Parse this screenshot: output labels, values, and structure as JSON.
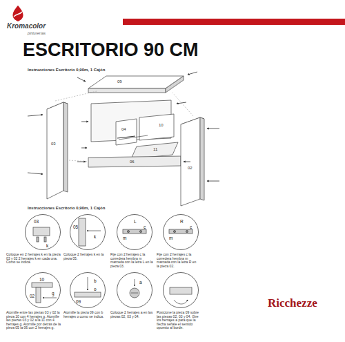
{
  "diagram": {
    "title": "ESCRITORIO 90 CM",
    "nodes": [
      {
        "text": [
          "Coloque en 2 herrajes k en la pieza 03 y 02 2 herrajes k en cada una. Como se indica.",
          "03",
          "k"
        ]
      },
      {
        "text": [
          "Coloque 2 herrajes k en la pieza 05.",
          "05",
          "k"
        ]
      },
      {
        "text": [
          "Fije con 2 herrajes c la corredera hembra m marcada con la letra L en la pieza 03.",
          "L",
          "m",
          "c"
        ]
      },
      {
        "text": [
          "Fije con 2 herrajes c la corredera hembra m marcada con la letra R en la pieza 02.",
          "R",
          "m",
          "c"
        ]
      },
      {
        "text": [
          "Atornille entre las piezas 03 y 02 la pieza 10 con 4 herrajes g. Atornille las piezas 03 y 02 a la 11 con 4 herrajes g. Atornille por detrás de la pieza 05 la 06 con 2 herrajes g.",
          "10",
          "02",
          "g"
        ]
      },
      {
        "text": [
          "Atornille la pieza 09 con b herrajes o como se indica.",
          "b",
          "09",
          "o"
        ]
      },
      {
        "text": [
          "Coloque 2 herrajes a en las piezas 02, 03 y 04.",
          "a"
        ]
      },
      {
        "text": [
          "Posicione la pieza 09 sobre las piezas 02, 03 y 04. Gire los herrajes a para que la flecha señale el sentido opuesto al borde."
        ]
      }
    ],
    "labels": [
      "Kromacolor",
      "pinturerías",
      "Instrucciones Escritorio 0,90m, 1 Cajón",
      "09",
      "03",
      "04",
      "10",
      "11",
      "06",
      "02",
      "Instrucciones Escritorio 0,90m, 1 Cajón",
      "Ricchezze"
    ]
  }
}
